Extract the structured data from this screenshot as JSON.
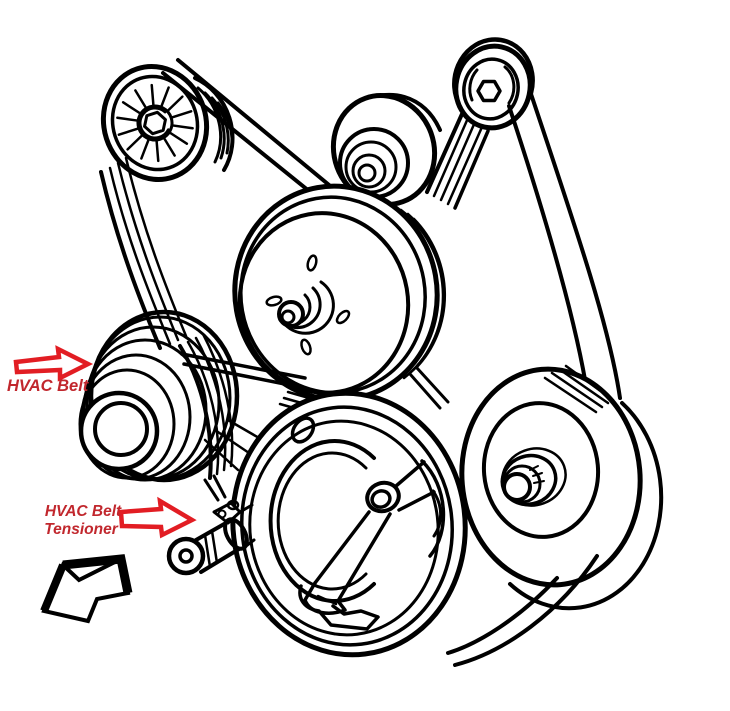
{
  "diagram": {
    "kind": "engine-belt-routing-line-art",
    "colors": {
      "background": "#ffffff",
      "line": "#000000",
      "label_text": "#c1272d",
      "arrow": "#e21d23"
    },
    "annotations": {
      "hvac_belt": {
        "label": "HVAC Belt"
      },
      "hvac_belt_tensioner": {
        "line1": "HVAC Belt",
        "line2": "Tensioner"
      }
    },
    "icons": {
      "callout_arrow": "red-right-callout-arrow",
      "direction_arrow": "black-down-left-direction-arrow"
    }
  }
}
